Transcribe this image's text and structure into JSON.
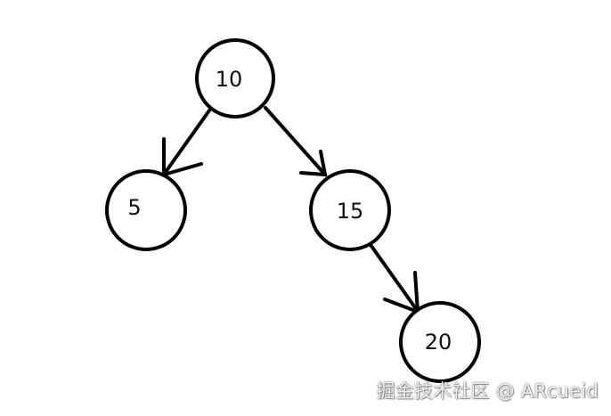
{
  "diagram": {
    "nodes": [
      {
        "id": "n10",
        "label": "10"
      },
      {
        "id": "n5",
        "label": "5"
      },
      {
        "id": "n15",
        "label": "15"
      },
      {
        "id": "n20",
        "label": "20"
      }
    ],
    "edges": [
      {
        "from": "n10",
        "to": "n5"
      },
      {
        "from": "n10",
        "to": "n15"
      },
      {
        "from": "n15",
        "to": "n20"
      }
    ]
  },
  "watermark": "掘金技术社区 @ ARcueid"
}
